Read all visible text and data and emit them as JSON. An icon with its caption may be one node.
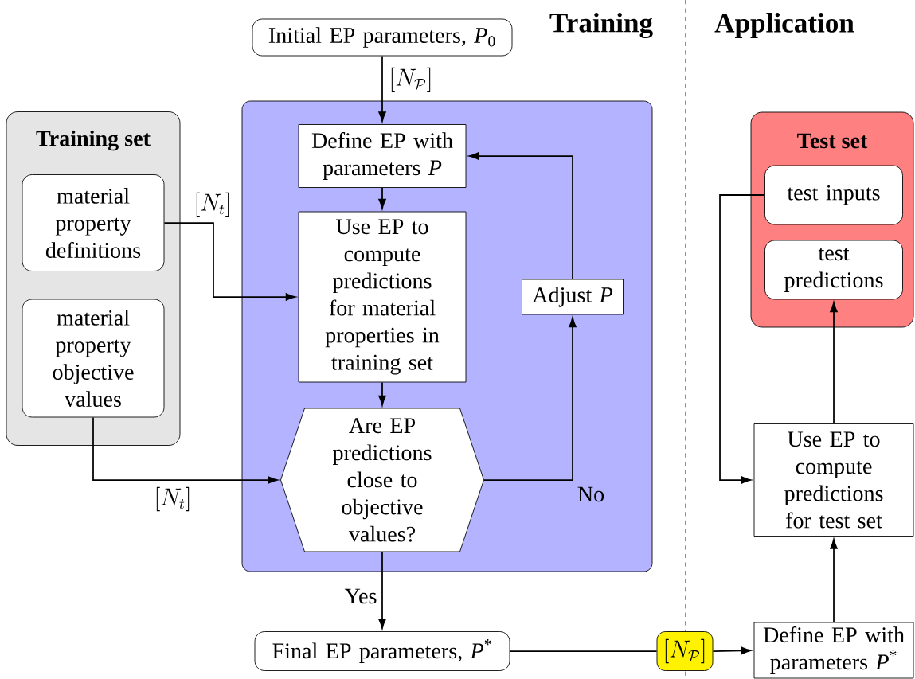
{
  "diagram": {
    "nodes": [
      {
        "text": [
          "Initial EP parameters, *P*$_{0}$"
        ]
      },
      {
        "text": [
          "Training set"
        ]
      },
      {
        "text": [
          "material property definitions"
        ],
        "in": 1
      },
      {
        "text": [
          "material property objective values"
        ],
        "in": 1
      },
      {
        "text": [],
        "shape": "box"
      },
      {
        "text": [
          "Define EP with parameters *P*"
        ],
        "in": 4
      },
      {
        "text": [
          "Use EP to compute predictions for material properties in training set"
        ],
        "in": 4
      },
      {
        "text": [
          "Adjust *P*"
        ],
        "in": 4
      },
      {
        "text": [
          "Are EP predictions close to objective values?"
        ],
        "in": 4
      },
      {
        "text": [
          "Final EP parameters, *P*$^{*}$"
        ]
      },
      {
        "text": [
          "[N_{\\mathcal{P}}]"
        ]
      },
      {
        "text": [
          "Test set"
        ]
      },
      {
        "text": [
          "test inputs"
        ],
        "in": 11
      },
      {
        "text": [
          "test predictions"
        ],
        "in": 11
      },
      {
        "text": [
          "Use EP to compute predictions for test set"
        ]
      },
      {
        "text": [
          "Define EP with parameters *P*$^{*}$"
        ]
      }
    ],
    "edges": [
      {
        "from": 0,
        "to": 5,
        "arrow": "to",
        "label": "[N_{\\mathcal{P}}]"
      },
      {
        "from": 5,
        "to": 6,
        "arrow": "to"
      },
      {
        "from": 6,
        "to": 8,
        "arrow": "to"
      },
      {
        "from": 2,
        "to": 6,
        "arrow": "to",
        "label": "[N_t]"
      },
      {
        "from": 3,
        "to": 8,
        "arrow": "to",
        "label": "[N_t]"
      },
      {
        "from": 8,
        "to": 7,
        "arrow": "to",
        "label": "No"
      },
      {
        "from": 7,
        "to": 5,
        "arrow": "to"
      },
      {
        "from": 8,
        "to": 9,
        "arrow": "to",
        "label": "Yes"
      },
      {
        "from": 9,
        "to": 10,
        "arrow": "none"
      },
      {
        "from": 10,
        "to": 15,
        "arrow": "to"
      },
      {
        "from": 15,
        "to": 14,
        "arrow": "to"
      },
      {
        "from": 14,
        "to": 13,
        "arrow": "to"
      },
      {
        "from": 12,
        "to": 14,
        "arrow": "to"
      }
    ],
    "labels": [
      "Training",
      "Application"
    ]
  }
}
